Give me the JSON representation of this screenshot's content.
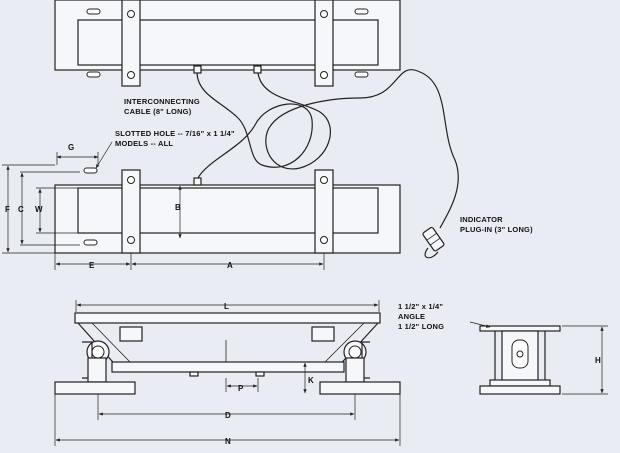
{
  "callouts": {
    "interconnecting_line1": "INTERCONNECTING",
    "interconnecting_line2": "CABLE (8\" LONG)",
    "slotted_line1": "SLOTTED HOLE -- 7/16\" x 1 1/4\"",
    "slotted_line2": "MODELS -- ALL",
    "indicator_line1": "INDICATOR",
    "indicator_line2": "PLUG-IN (3\" LONG)",
    "angle_line1": "1 1/2\" x 1/4\"",
    "angle_line2": "ANGLE",
    "angle_line3": "1 1/2\" LONG"
  },
  "dimensions": {
    "A": "A",
    "B": "B",
    "C": "C",
    "D": "D",
    "E": "E",
    "F": "F",
    "G": "G",
    "H": "H",
    "K": "K",
    "L": "L",
    "N": "N",
    "P": "P",
    "W": "W"
  }
}
